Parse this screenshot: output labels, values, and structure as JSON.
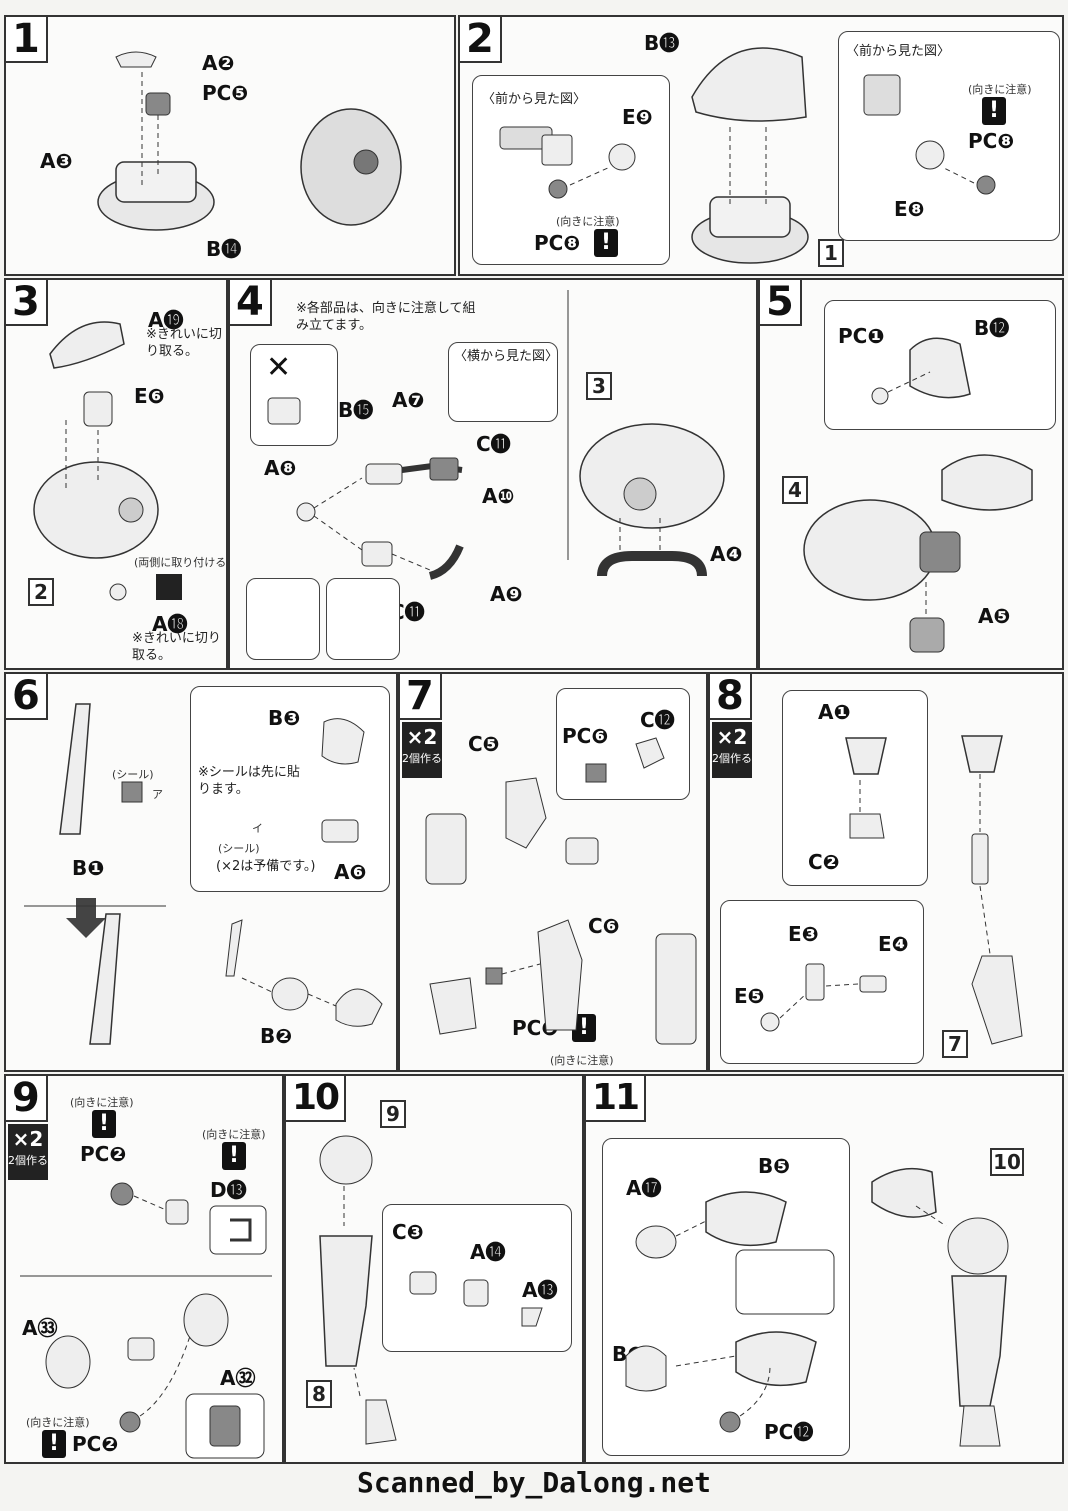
{
  "steps": {
    "s1": {
      "num": "1",
      "labels": [
        "A❷",
        "PC❺",
        "A❸",
        "B⓮"
      ]
    },
    "s2": {
      "num": "2",
      "labels": [
        "B⓭",
        "E❾",
        "PC❽",
        "E❽",
        "PC❽"
      ],
      "notes": {
        "front_view": "〈前から見た図〉",
        "caution": "(向きに注意)"
      },
      "ref": "1"
    },
    "s3": {
      "num": "3",
      "labels": [
        "A⓳",
        "E❻",
        "A⓲"
      ],
      "notes": {
        "cut": "※きれいに切り取る。",
        "both_sides": "(両側に取り付ける)"
      },
      "ref": "2"
    },
    "s4": {
      "num": "4",
      "labels": [
        "B⓯",
        "A❼",
        "C⓫",
        "A❿",
        "A❽",
        "C⓫",
        "A❾",
        "A❹"
      ],
      "notes": {
        "orient": "※各部品は、向きに注意して組み立てます。",
        "side_view": "〈横から見た図〉"
      },
      "ref": "3"
    },
    "s5": {
      "num": "5",
      "labels": [
        "PC❶",
        "B⓬",
        "A❺"
      ],
      "ref": "4"
    },
    "s6": {
      "num": "6",
      "labels": [
        "B❶",
        "B❸",
        "A❻",
        "B❷"
      ],
      "notes": {
        "seal": "(シール)",
        "seal_a": "ア",
        "seal_i": "イ",
        "seal_first": "※シールは先に貼ります。",
        "spare": "(×2は予備です。)"
      }
    },
    "s7": {
      "num": "7",
      "labels": [
        "C❺",
        "PC❻",
        "C⓬",
        "C❻",
        "PC❾"
      ],
      "x2": {
        "a": "×2",
        "b": "2個作る"
      },
      "notes": {
        "caution": "(向きに注意)"
      }
    },
    "s8": {
      "num": "8",
      "labels": [
        "A❶",
        "C❷",
        "E❸",
        "E❹",
        "E❺"
      ],
      "x2": {
        "a": "×2",
        "b": "2個作る"
      },
      "ref": "7"
    },
    "s9": {
      "num": "9",
      "labels": [
        "PC❷",
        "D⓭",
        "A㉝",
        "A㉜",
        "PC❷"
      ],
      "x2": {
        "a": "×2",
        "b": "2個作る"
      },
      "notes": {
        "caution": "(向きに注意)"
      }
    },
    "s10": {
      "num": "10",
      "labels": [
        "C❸",
        "A⓮",
        "A⓭"
      ],
      "refs": [
        "9",
        "8"
      ]
    },
    "s11": {
      "num": "11",
      "labels": [
        "A⓱",
        "B❺",
        "B❹",
        "PC⓬"
      ],
      "ref": "10"
    }
  },
  "footer": "Scanned_by_Dalong.net"
}
